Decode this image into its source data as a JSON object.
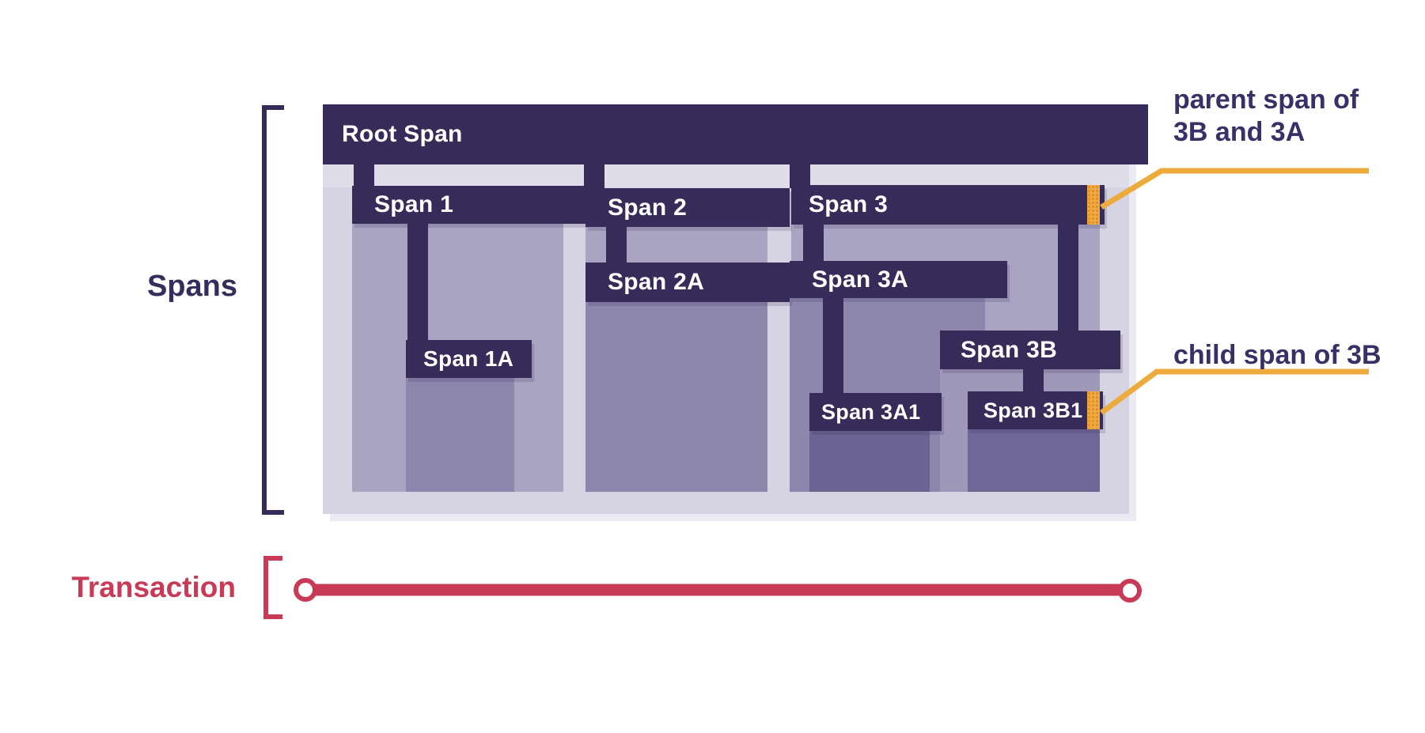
{
  "figure": {
    "spans_axis_label": "Spans",
    "transaction_axis_label": "Transaction"
  },
  "spans": {
    "root": "Root Span",
    "s1": "Span 1",
    "s1a": "Span 1A",
    "s2": "Span 2",
    "s2a": "Span 2A",
    "s3": "Span 3",
    "s3a": "Span 3A",
    "s3a1": "Span 3A1",
    "s3b": "Span 3B",
    "s3b1": "Span 3B1"
  },
  "hierarchy": {
    "root": [
      "s1",
      "s2",
      "s3"
    ],
    "s1": [
      "s1a"
    ],
    "s2": [
      "s2a"
    ],
    "s3": [
      "s3a",
      "s3b"
    ],
    "s3a": [
      "s3a1"
    ],
    "s3b": [
      "s3b1"
    ]
  },
  "annotations": {
    "parent_line1": "parent span of",
    "parent_line2": "3B and 3A",
    "child": "child span of 3B"
  },
  "colors": {
    "bar_dark_purple": "#362b59",
    "container_lavender": "#d6d3e3",
    "gap_band": "#dfdde9",
    "duration_level1": "#a9a4c2",
    "duration_level2": "#8d87ae",
    "duration_3b": "#9e98b9",
    "duration_level3": "#6f6897",
    "marker_orange": "#f2a83e",
    "callout_yellow": "#ecab3c",
    "transaction_red": "#c83a56",
    "axis_label_dark": "#362c5e",
    "annotation_text": "#3a2f66",
    "bar_text": "#ffffff"
  }
}
